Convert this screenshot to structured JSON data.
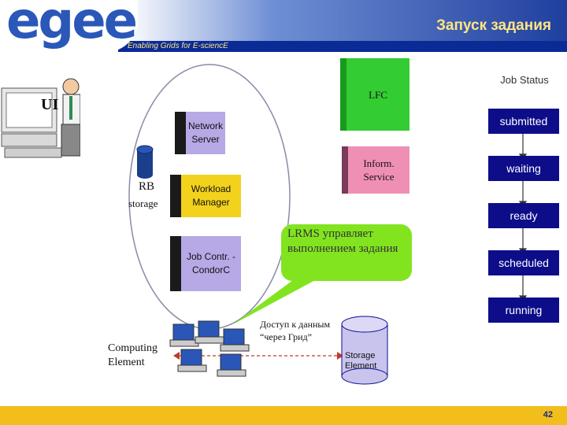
{
  "header": {
    "logo": "egee",
    "title": "Запуск задания",
    "tagline": "Enabling Grids for E-sciencE"
  },
  "labels": {
    "ui": "UI",
    "rb": "RB",
    "rb_storage": "storage",
    "computing_element": "Computing Element",
    "grid_access": "Доступ к данным “через Грид”",
    "storage_element": "Storage Element"
  },
  "components": {
    "lfc": "LFC",
    "network_server": "Network Server",
    "inform_service": "Inform. Service",
    "workload_manager": "Workload Manager",
    "job_contr": "Job Contr. - CondorC"
  },
  "callout": "LRMS управляет выполнением задания",
  "job_status": {
    "title": "Job Status",
    "states": [
      "submitted",
      "waiting",
      "ready",
      "scheduled",
      "running"
    ]
  },
  "footer": {
    "page_number": "42"
  },
  "colors": {
    "brand_blue": "#0a2a96",
    "footer_yellow": "#f2be1c",
    "lfc_green": "#33cc33",
    "inform_pink": "#f08fb4",
    "workload_yellow": "#f2d21c",
    "network_lavender": "#b7a8e6",
    "callout_green": "#82e41f",
    "status_navy": "#0d0d8a"
  }
}
